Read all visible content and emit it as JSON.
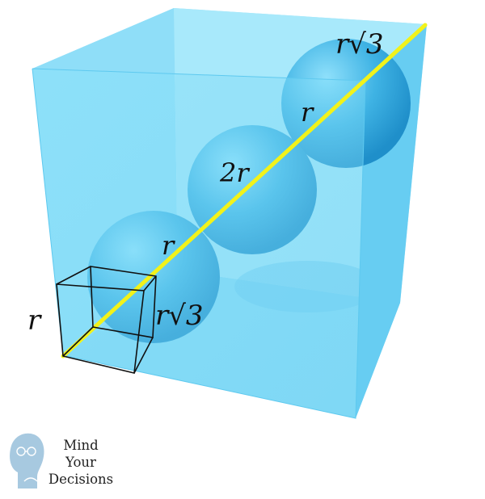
{
  "colors": {
    "cube_face": "#6fd7f7",
    "sphere": "#3aaee0",
    "diagonal": "#f2f21a",
    "wire": "#111111",
    "logo": "#a7c9e0"
  },
  "labels": {
    "corner_top": "r√3",
    "sphere_top": "r",
    "sphere_mid": "2r",
    "sphere_low": "r",
    "small_cube_diag": "r√3",
    "small_cube_edge": "r"
  },
  "logo": {
    "icon": "thinker-head-icon",
    "line1": "Mind",
    "line2": "Your",
    "line3": "Decisions"
  }
}
